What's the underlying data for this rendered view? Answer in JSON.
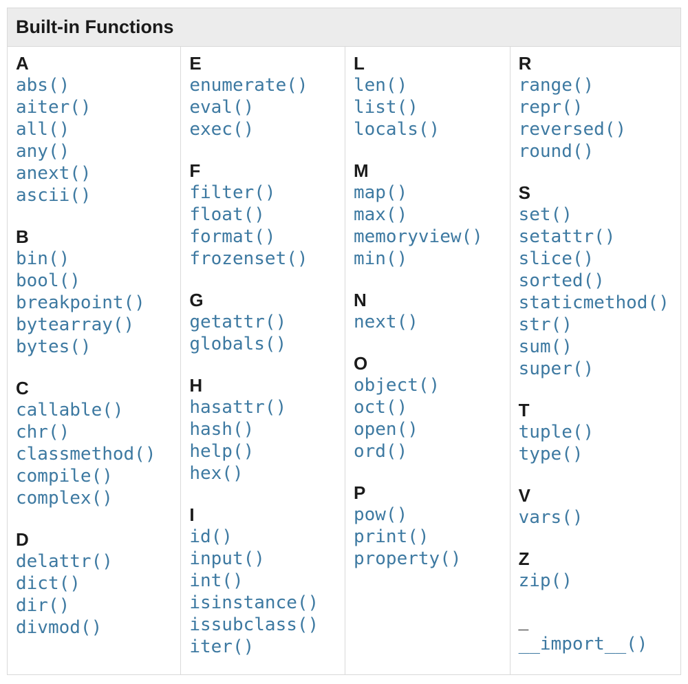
{
  "title": "Built-in Functions",
  "colors": {
    "link": "#3d79a1",
    "heading_text": "#1b1b1b",
    "caption_bg": "#ececec",
    "border": "#d9d9d9",
    "page_bg": "#ffffff"
  },
  "columns": [
    {
      "sections": [
        {
          "letter": "A",
          "items": [
            "abs()",
            "aiter()",
            "all()",
            "any()",
            "anext()",
            "ascii()"
          ]
        },
        {
          "letter": "B",
          "items": [
            "bin()",
            "bool()",
            "breakpoint()",
            "bytearray()",
            "bytes()"
          ]
        },
        {
          "letter": "C",
          "items": [
            "callable()",
            "chr()",
            "classmethod()",
            "compile()",
            "complex()"
          ]
        },
        {
          "letter": "D",
          "items": [
            "delattr()",
            "dict()",
            "dir()",
            "divmod()"
          ]
        }
      ]
    },
    {
      "sections": [
        {
          "letter": "E",
          "items": [
            "enumerate()",
            "eval()",
            "exec()"
          ]
        },
        {
          "letter": "F",
          "items": [
            "filter()",
            "float()",
            "format()",
            "frozenset()"
          ]
        },
        {
          "letter": "G",
          "items": [
            "getattr()",
            "globals()"
          ]
        },
        {
          "letter": "H",
          "items": [
            "hasattr()",
            "hash()",
            "help()",
            "hex()"
          ]
        },
        {
          "letter": "I",
          "items": [
            "id()",
            "input()",
            "int()",
            "isinstance()",
            "issubclass()",
            "iter()"
          ]
        }
      ]
    },
    {
      "sections": [
        {
          "letter": "L",
          "items": [
            "len()",
            "list()",
            "locals()"
          ]
        },
        {
          "letter": "M",
          "items": [
            "map()",
            "max()",
            "memoryview()",
            "min()"
          ]
        },
        {
          "letter": "N",
          "items": [
            "next()"
          ]
        },
        {
          "letter": "O",
          "items": [
            "object()",
            "oct()",
            "open()",
            "ord()"
          ]
        },
        {
          "letter": "P",
          "items": [
            "pow()",
            "print()",
            "property()"
          ]
        }
      ]
    },
    {
      "sections": [
        {
          "letter": "R",
          "items": [
            "range()",
            "repr()",
            "reversed()",
            "round()"
          ]
        },
        {
          "letter": "S",
          "items": [
            "set()",
            "setattr()",
            "slice()",
            "sorted()",
            "staticmethod()",
            "str()",
            "sum()",
            "super()"
          ]
        },
        {
          "letter": "T",
          "items": [
            "tuple()",
            "type()"
          ]
        },
        {
          "letter": "V",
          "items": [
            "vars()"
          ]
        },
        {
          "letter": "Z",
          "items": [
            "zip()"
          ]
        },
        {
          "letter": "_",
          "items": [
            "__import__()"
          ]
        }
      ]
    }
  ]
}
